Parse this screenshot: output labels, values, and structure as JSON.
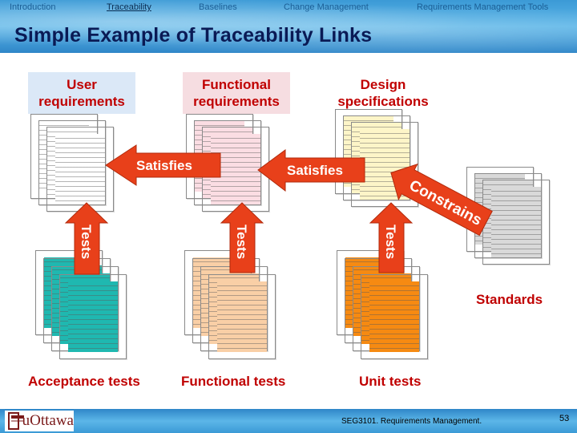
{
  "nav": [
    {
      "label": "Introduction",
      "active": false
    },
    {
      "label": "Traceability",
      "active": true
    },
    {
      "label": "Baselines",
      "active": false
    },
    {
      "label": "Change Management",
      "active": false
    },
    {
      "label": "Requirements Management Tools",
      "active": false
    }
  ],
  "title": "Simple Example of Traceability Links",
  "diagram": {
    "top_labels": {
      "user_requirements": "User requirements",
      "functional_requirements": "Functional requirements",
      "design_specifications": "Design specifications"
    },
    "bottom_labels": {
      "acceptance_tests": "Acceptance tests",
      "functional_tests": "Functional tests",
      "unit_tests": "Unit tests",
      "standards": "Standards"
    },
    "arrows": {
      "satisfies_1": "Satisfies",
      "satisfies_2": "Satisfies",
      "constrains": "Constrains",
      "tests": "Tests"
    },
    "colors": {
      "label_text": "#c00000",
      "arrow": "#e8401a",
      "user_req_bg": "#dbe8f7",
      "func_req_bg": "#f6dde1",
      "user_docs": "#ffffff",
      "func_docs": "#fbdde3",
      "design_docs": "#fdf5c8",
      "standards_docs": "#d9d9d9",
      "acceptance_docs": "#1fb8b0",
      "functional_test_docs": "#f9cfa6",
      "unit_test_docs": "#f68a12"
    }
  },
  "footer": {
    "logo_text": "uOttawa",
    "course": "SEG3101.  Requirements Management.",
    "page": "53"
  }
}
